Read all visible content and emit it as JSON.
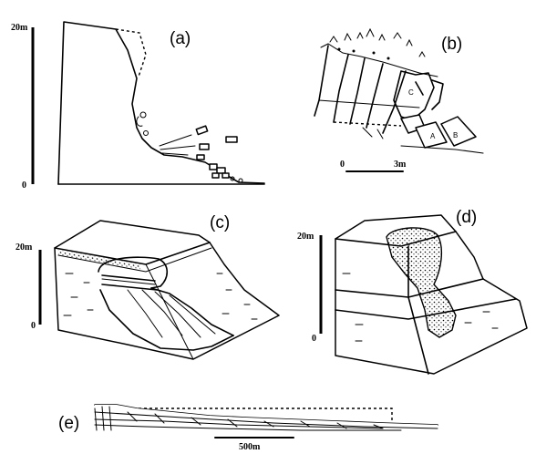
{
  "panels": {
    "a": {
      "label": "(a)",
      "scale_top": "20m",
      "scale_bottom": "0"
    },
    "b": {
      "label": "(b)",
      "scale_left": "0",
      "scale_right": "3m"
    },
    "c": {
      "label": "(c)",
      "scale_top": "20m",
      "scale_bottom": "0"
    },
    "d": {
      "label": "(d)",
      "scale_top": "20m",
      "scale_bottom": "0"
    },
    "e": {
      "label": "(e)",
      "scale": "500m"
    }
  }
}
